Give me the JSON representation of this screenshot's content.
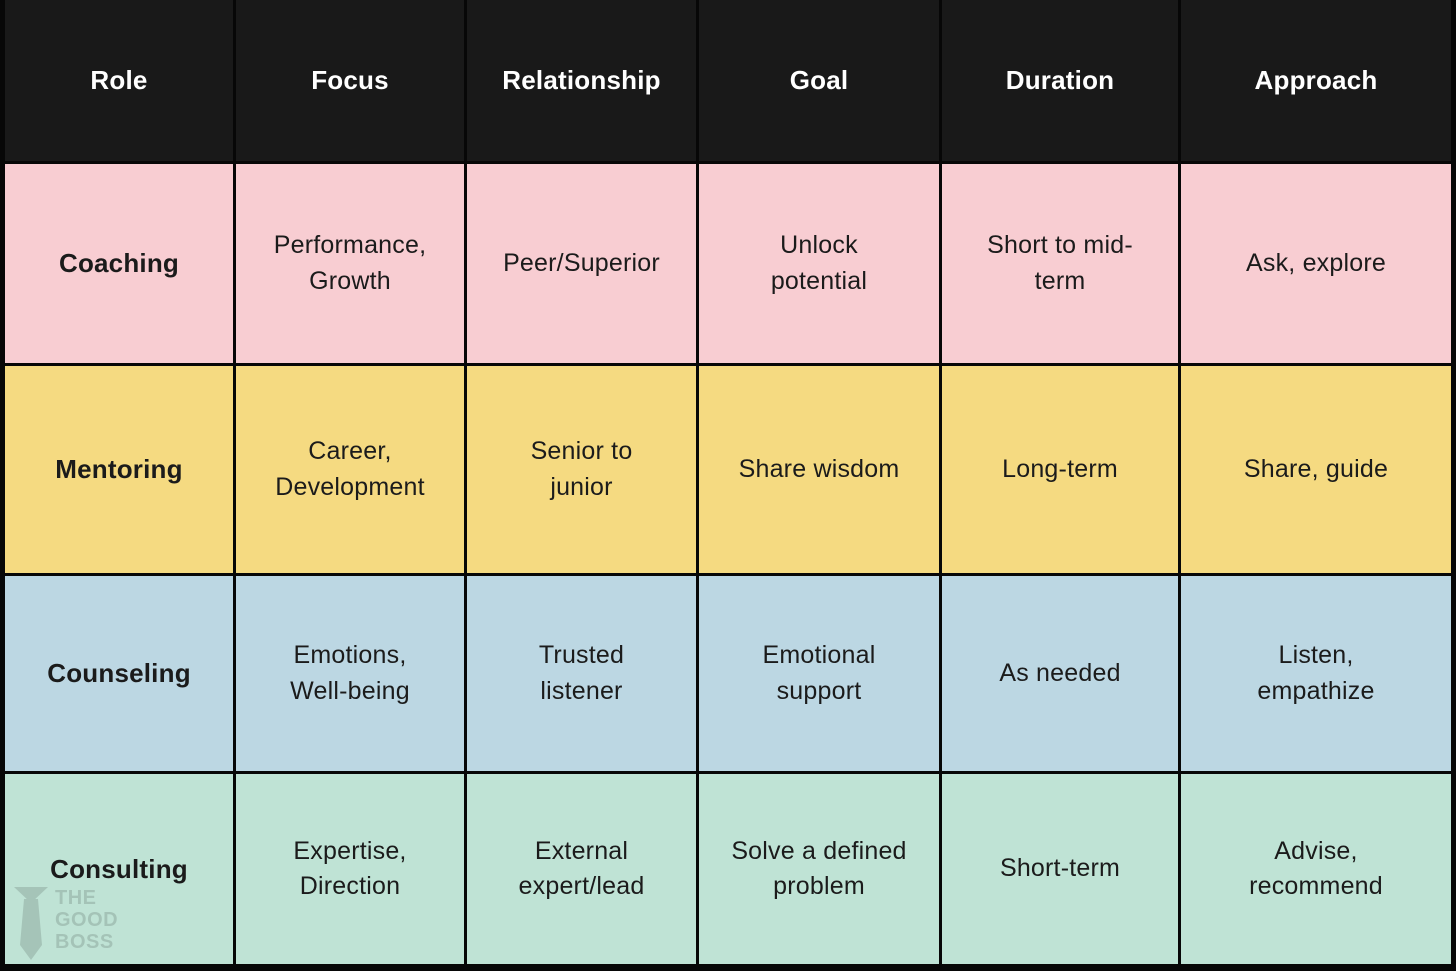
{
  "colors": {
    "header_bg": "#191919",
    "header_text": "#ffffff",
    "grid_line": "#070707",
    "cell_text": "#1b1b1b",
    "row_coaching": "#f8cdd2",
    "row_mentoring": "#f5da81",
    "row_counseling": "#bcd7e3",
    "row_consulting": "#bfe3d5"
  },
  "header": {
    "cells": [
      "Role",
      "Focus",
      "Relationship",
      "Goal",
      "Duration",
      "Approach"
    ]
  },
  "rows": [
    {
      "label": "Coaching",
      "color": "#f8cdd2",
      "cells": [
        "Performance,\nGrowth",
        "Peer/Superior",
        "Unlock\npotential",
        "Short to mid-\nterm",
        "Ask, explore"
      ]
    },
    {
      "label": "Mentoring",
      "color": "#f5da81",
      "cells": [
        "Career,\nDevelopment",
        "Senior to\njunior",
        "Share wisdom",
        "Long-term",
        "Share, guide"
      ]
    },
    {
      "label": "Counseling",
      "color": "#bcd7e3",
      "cells": [
        "Emotions,\nWell-being",
        "Trusted\nlistener",
        "Emotional\nsupport",
        "As needed",
        "Listen,\nempathize"
      ]
    },
    {
      "label": "Consulting",
      "color": "#bfe3d5",
      "cells": [
        "Expertise,\nDirection",
        "External\nexpert/lead",
        "Solve a defined\nproblem",
        "Short-term",
        "Advise,\nrecommend"
      ]
    }
  ],
  "watermark": {
    "icon": "tie-icon",
    "text": "THE\nGOOD\nBOSS"
  },
  "chart_data": {
    "type": "table",
    "title": "",
    "columns": [
      "Role",
      "Focus",
      "Relationship",
      "Goal",
      "Duration",
      "Approach"
    ],
    "rows": [
      [
        "Coaching",
        "Performance, Growth",
        "Peer/Superior",
        "Unlock potential",
        "Short to mid-term",
        "Ask, explore"
      ],
      [
        "Mentoring",
        "Career, Development",
        "Senior to junior",
        "Share wisdom",
        "Long-term",
        "Share, guide"
      ],
      [
        "Counseling",
        "Emotions, Well-being",
        "Trusted listener",
        "Emotional support",
        "As needed",
        "Listen, empathize"
      ],
      [
        "Consulting",
        "Expertise, Direction",
        "External expert/lead",
        "Solve a defined problem",
        "Short-term",
        "Advise, recommend"
      ]
    ]
  }
}
